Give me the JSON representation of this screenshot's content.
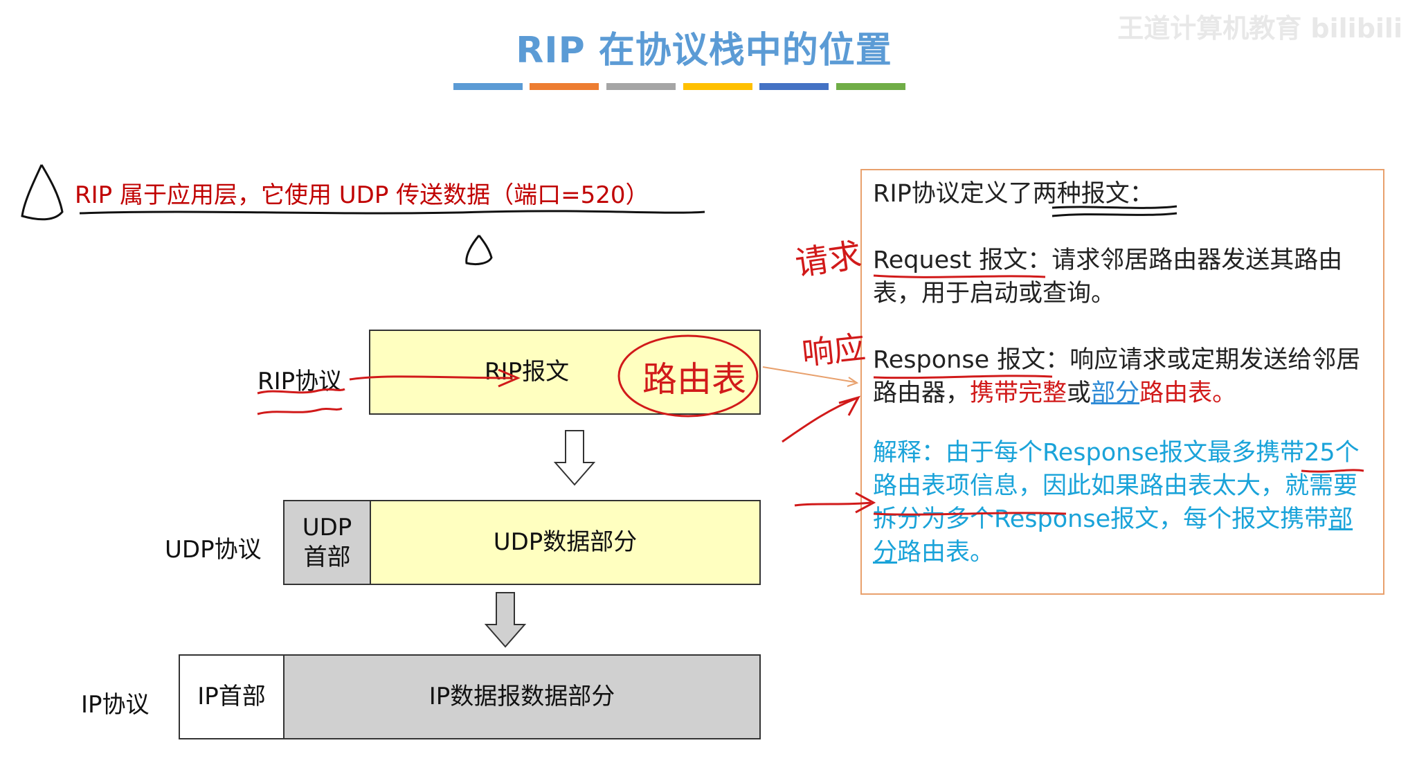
{
  "title": "RIP 在协议栈中的位置",
  "title_bar_colors": [
    "#5b9bd5",
    "#ed7d31",
    "#a5a5a5",
    "#ffc000",
    "#4472c4",
    "#70ad47"
  ],
  "watermark": "王道计算机教育 bilibili",
  "statement": "RIP 属于应用层，它使用 UDP 传送数据（端口=520）",
  "stack": {
    "rip_label": "RIP协议",
    "rip_message": "RIP报文",
    "udp_label": "UDP协议",
    "udp_header": "UDP 首部",
    "udp_data": "UDP数据部分",
    "ip_label": "IP协议",
    "ip_header": "IP首部",
    "ip_data": "IP数据报数据部分"
  },
  "panel": {
    "intro_prefix": "RIP协议定义了",
    "intro_emph": "两种报文",
    "intro_suffix": "：",
    "request_name": "Request 报文",
    "request_desc": "：请求邻居路由器发送其路由表，用于启动或查询。",
    "response_name": "Response 报文",
    "response_desc": "：响应请求或定期发送给邻居路由器，",
    "response_carry": "携带完整",
    "response_or": "或",
    "response_part": "部分",
    "response_end": "路由表。",
    "explain_1": "解释：由于每个Response报文最多携带25个路由表项信息，因此如果路由表太大，就需要拆分为多个Response报文，每个报文携带",
    "explain_part": "部分",
    "explain_end": "路由表。"
  },
  "annotations": {
    "request_note": "请求",
    "response_note": "响应",
    "route_table_note": "路由表"
  }
}
